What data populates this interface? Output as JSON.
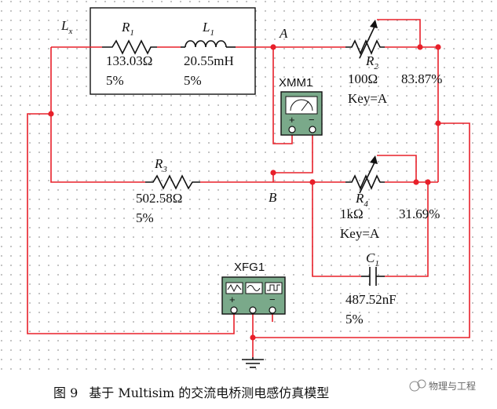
{
  "figure": {
    "caption_number": "图 9",
    "caption_text": "基于 Multisim 的交流电桥测电感仿真模型",
    "watermark": "物理与工程"
  },
  "labels": {
    "box_label": "L",
    "box_label_sub": "x",
    "node_a": "A",
    "node_b": "B"
  },
  "components": {
    "R1": {
      "name": "R",
      "sub": "1",
      "value": "133.03Ω",
      "tolerance": "5%"
    },
    "L1": {
      "name": "L",
      "sub": "1",
      "value": "20.55mH",
      "tolerance": "5%"
    },
    "R2": {
      "name": "R",
      "sub": "2",
      "value": "100Ω",
      "percent": "83.87%",
      "key": "Key=A"
    },
    "R3": {
      "name": "R",
      "sub": "3",
      "value": "502.58Ω",
      "tolerance": "5%"
    },
    "R4": {
      "name": "R",
      "sub": "4",
      "value": "1kΩ",
      "percent": "31.69%",
      "key": "Key=A"
    },
    "C1": {
      "name": "C",
      "sub": "1",
      "value": "487.52nF",
      "tolerance": "5%"
    },
    "XMM1": {
      "name": "XMM1",
      "plus": "+",
      "minus": "−"
    },
    "XFG1": {
      "name": "XFG1",
      "plus": "+",
      "minus": "−"
    }
  },
  "colors": {
    "wire": "#e8202a",
    "instrument": "#7aa98a",
    "grid_dot": "#9a9a9a"
  }
}
